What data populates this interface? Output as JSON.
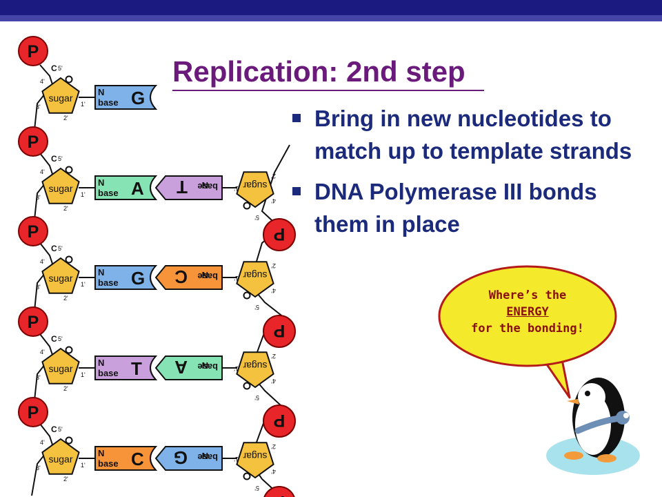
{
  "slide": {
    "title": "Replication: 2nd step",
    "bullets": [
      "Bring in new nucleotides to match up to template strands",
      "DNA Polymerase III bonds them in place"
    ]
  },
  "speech_bubble": {
    "line1": "Where’s the",
    "line2": "ENERGY",
    "line3": "for the bonding!"
  },
  "diagram": {
    "phosphate_label": "P",
    "sugar_label": "sugar",
    "base_label": "base",
    "n_label": "N",
    "carbon_labels": {
      "c5": "5'",
      "c4": "4'",
      "c3": "3'",
      "c2": "2'",
      "c1": "1'",
      "c": "C",
      "o": "O"
    },
    "template_bases": [
      "G",
      "A",
      "G",
      "T",
      "C"
    ],
    "new_bases": [
      "",
      "T",
      "C",
      "A",
      "G"
    ],
    "colors": {
      "phosphate": "#e8262a",
      "sugar": "#f5c240",
      "base_G": "#7fb2e8",
      "base_A": "#86e3b4",
      "base_T": "#c9a0dc",
      "base_C": "#f7943a",
      "header": "#1a1a80",
      "title": "#6a1a7a",
      "bullet": "#1c2a7c",
      "bubble_fill": "#f4ea2b",
      "bubble_outline": "#b51a1a",
      "ice": "#a8e2ec"
    }
  }
}
